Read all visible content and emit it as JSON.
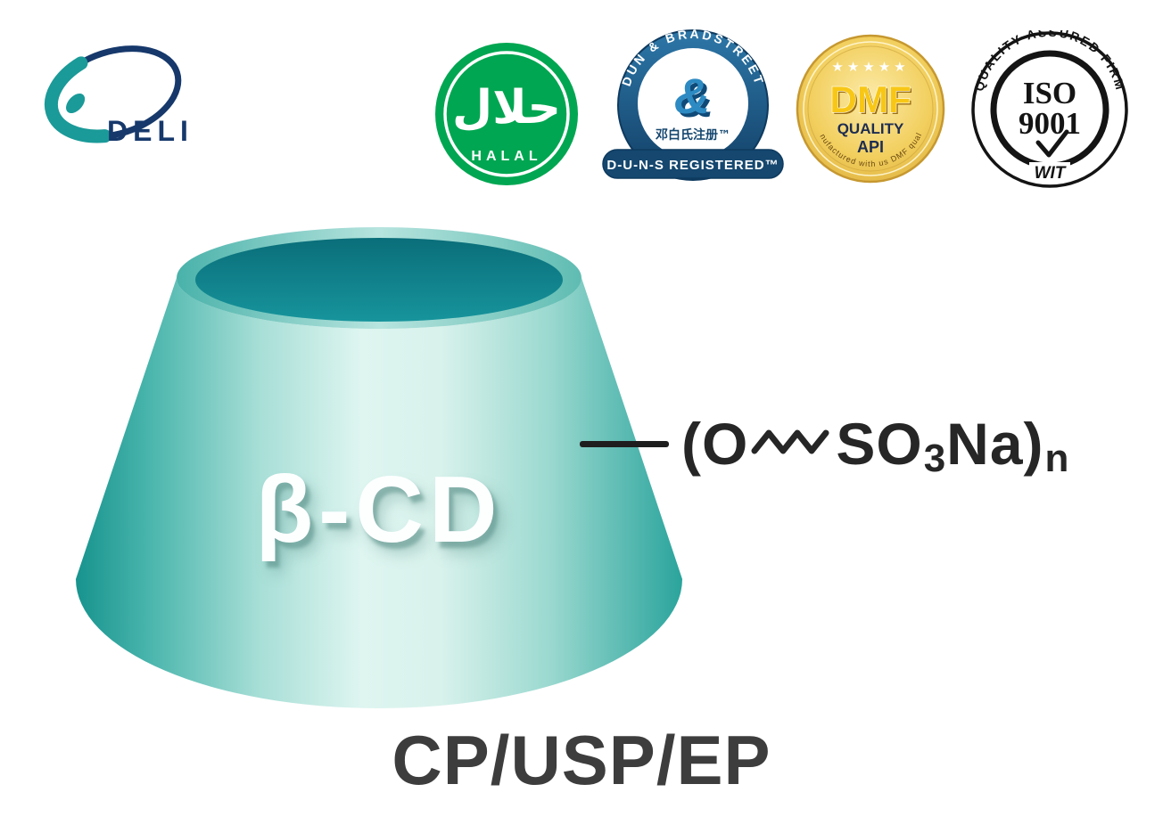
{
  "colors": {
    "brand_teal": "#1a9a98",
    "brand_navy": "#16386b",
    "cone_teal_dark": "#0d7a84",
    "cone_teal_light": "#def5f0",
    "halal_green": "#00a651",
    "duns_blue": "#15476f",
    "dmf_gold": "#e8bc4a",
    "iso_black": "#141414",
    "ink": "#2a2a2a"
  },
  "logo": {
    "text": "DELI"
  },
  "badges": {
    "halal": {
      "arabic": "حلال",
      "label": "HALAL"
    },
    "duns": {
      "arc_text": "DUN & BRADSTREET",
      "symbol": "&",
      "chinese_text": "邓白氏注册™",
      "banner_text": "D-U-N-S REGISTERED™"
    },
    "dmf": {
      "stars": "★★★★★",
      "title": "DMF",
      "line1": "QUALITY",
      "line2": "API",
      "arc_text": "Manufactured with us DMF quality"
    },
    "iso": {
      "arc_text": "QUALITY ASSURED FIRM",
      "title": "ISO",
      "number": "9001",
      "mark": "WIT"
    }
  },
  "diagram": {
    "cone_label": "β-CD",
    "formula": {
      "left": "(O",
      "mid": "SO",
      "sub3": "3",
      "right": "Na)",
      "subn": "n"
    }
  },
  "footer": {
    "standards": "CP/USP/EP"
  }
}
